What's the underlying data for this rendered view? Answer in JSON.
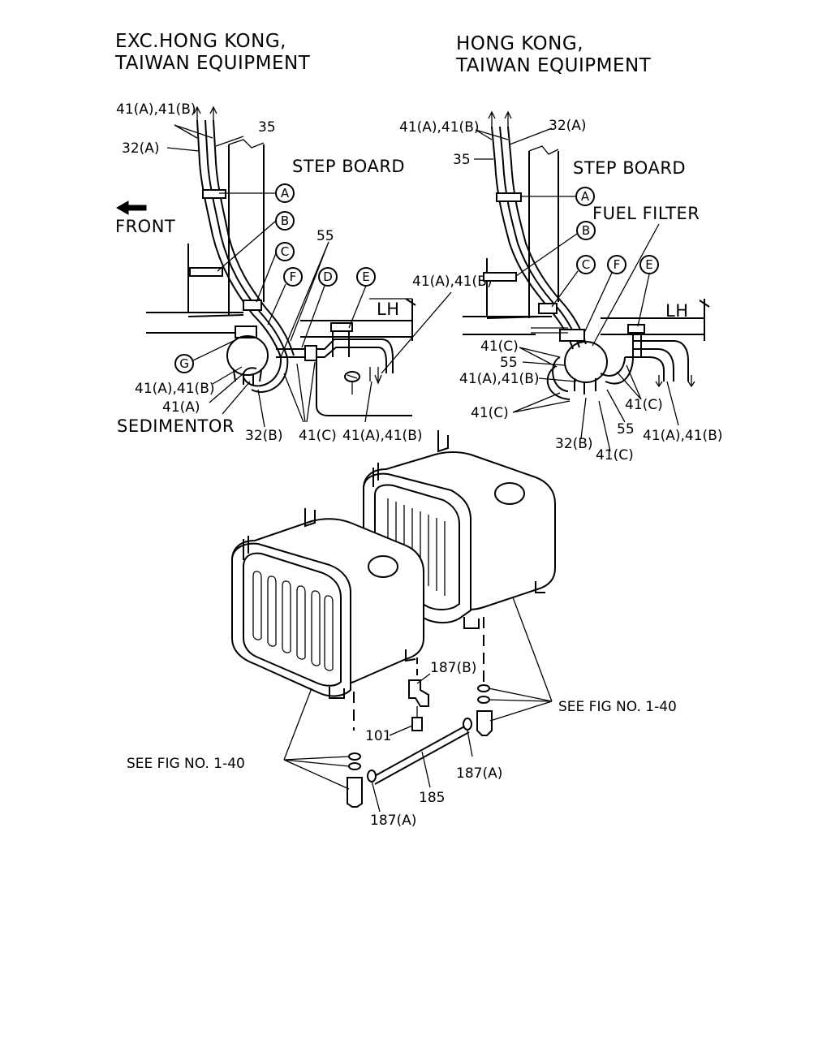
{
  "titles": {
    "left": [
      "EXC.HONG KONG,",
      "TAIWAN EQUIPMENT"
    ],
    "right": [
      "HONG KONG,",
      "TAIWAN EQUIPMENT"
    ]
  },
  "left_view": {
    "pipe_label_top": "41(A),41(B)",
    "pipe_label_35": "35",
    "pipe_label_32a": "32(A)",
    "step_board": "STEP BOARD",
    "front": "FRONT",
    "label_55": "55",
    "label_41ab_right": "41(A),41(B)",
    "lh": "LH",
    "label_41ab_lower": "41(A),41(B)",
    "label_41a": "41(A)",
    "sedimentor": "SEDIMENTOR",
    "label_32b": "32(B)",
    "label_41c": "41(C)",
    "label_41ab_bottom": "41(A),41(B)",
    "circles": [
      "A",
      "B",
      "C",
      "F",
      "D",
      "E",
      "G"
    ]
  },
  "right_view": {
    "pipe_label_top": "41(A),41(B)",
    "pipe_label_32a": "32(A)",
    "pipe_label_35": "35",
    "step_board": "STEP BOARD",
    "fuel_filter": "FUEL FILTER",
    "lh": "LH",
    "label_41c_a": "41(C)",
    "label_55_a": "55",
    "label_41ab_mid": "41(A),41(B)",
    "label_41c_b": "41(C)",
    "label_41c_c": "41(C)",
    "label_55_b": "55",
    "label_32b": "32(B)",
    "label_41c_d": "41(C)",
    "label_41ab_bottom": "41(A),41(B)",
    "circles": [
      "A",
      "B",
      "C",
      "F",
      "E"
    ]
  },
  "tanks": {
    "label_187b": "187(B)",
    "label_see_fig_right": "SEE  FIG  NO. 1-40",
    "label_101": "101",
    "label_187a_right": "187(A)",
    "label_see_fig_left": "SEE  FIG  NO. 1-40",
    "label_185": "185",
    "label_187a_left": "187(A)"
  }
}
